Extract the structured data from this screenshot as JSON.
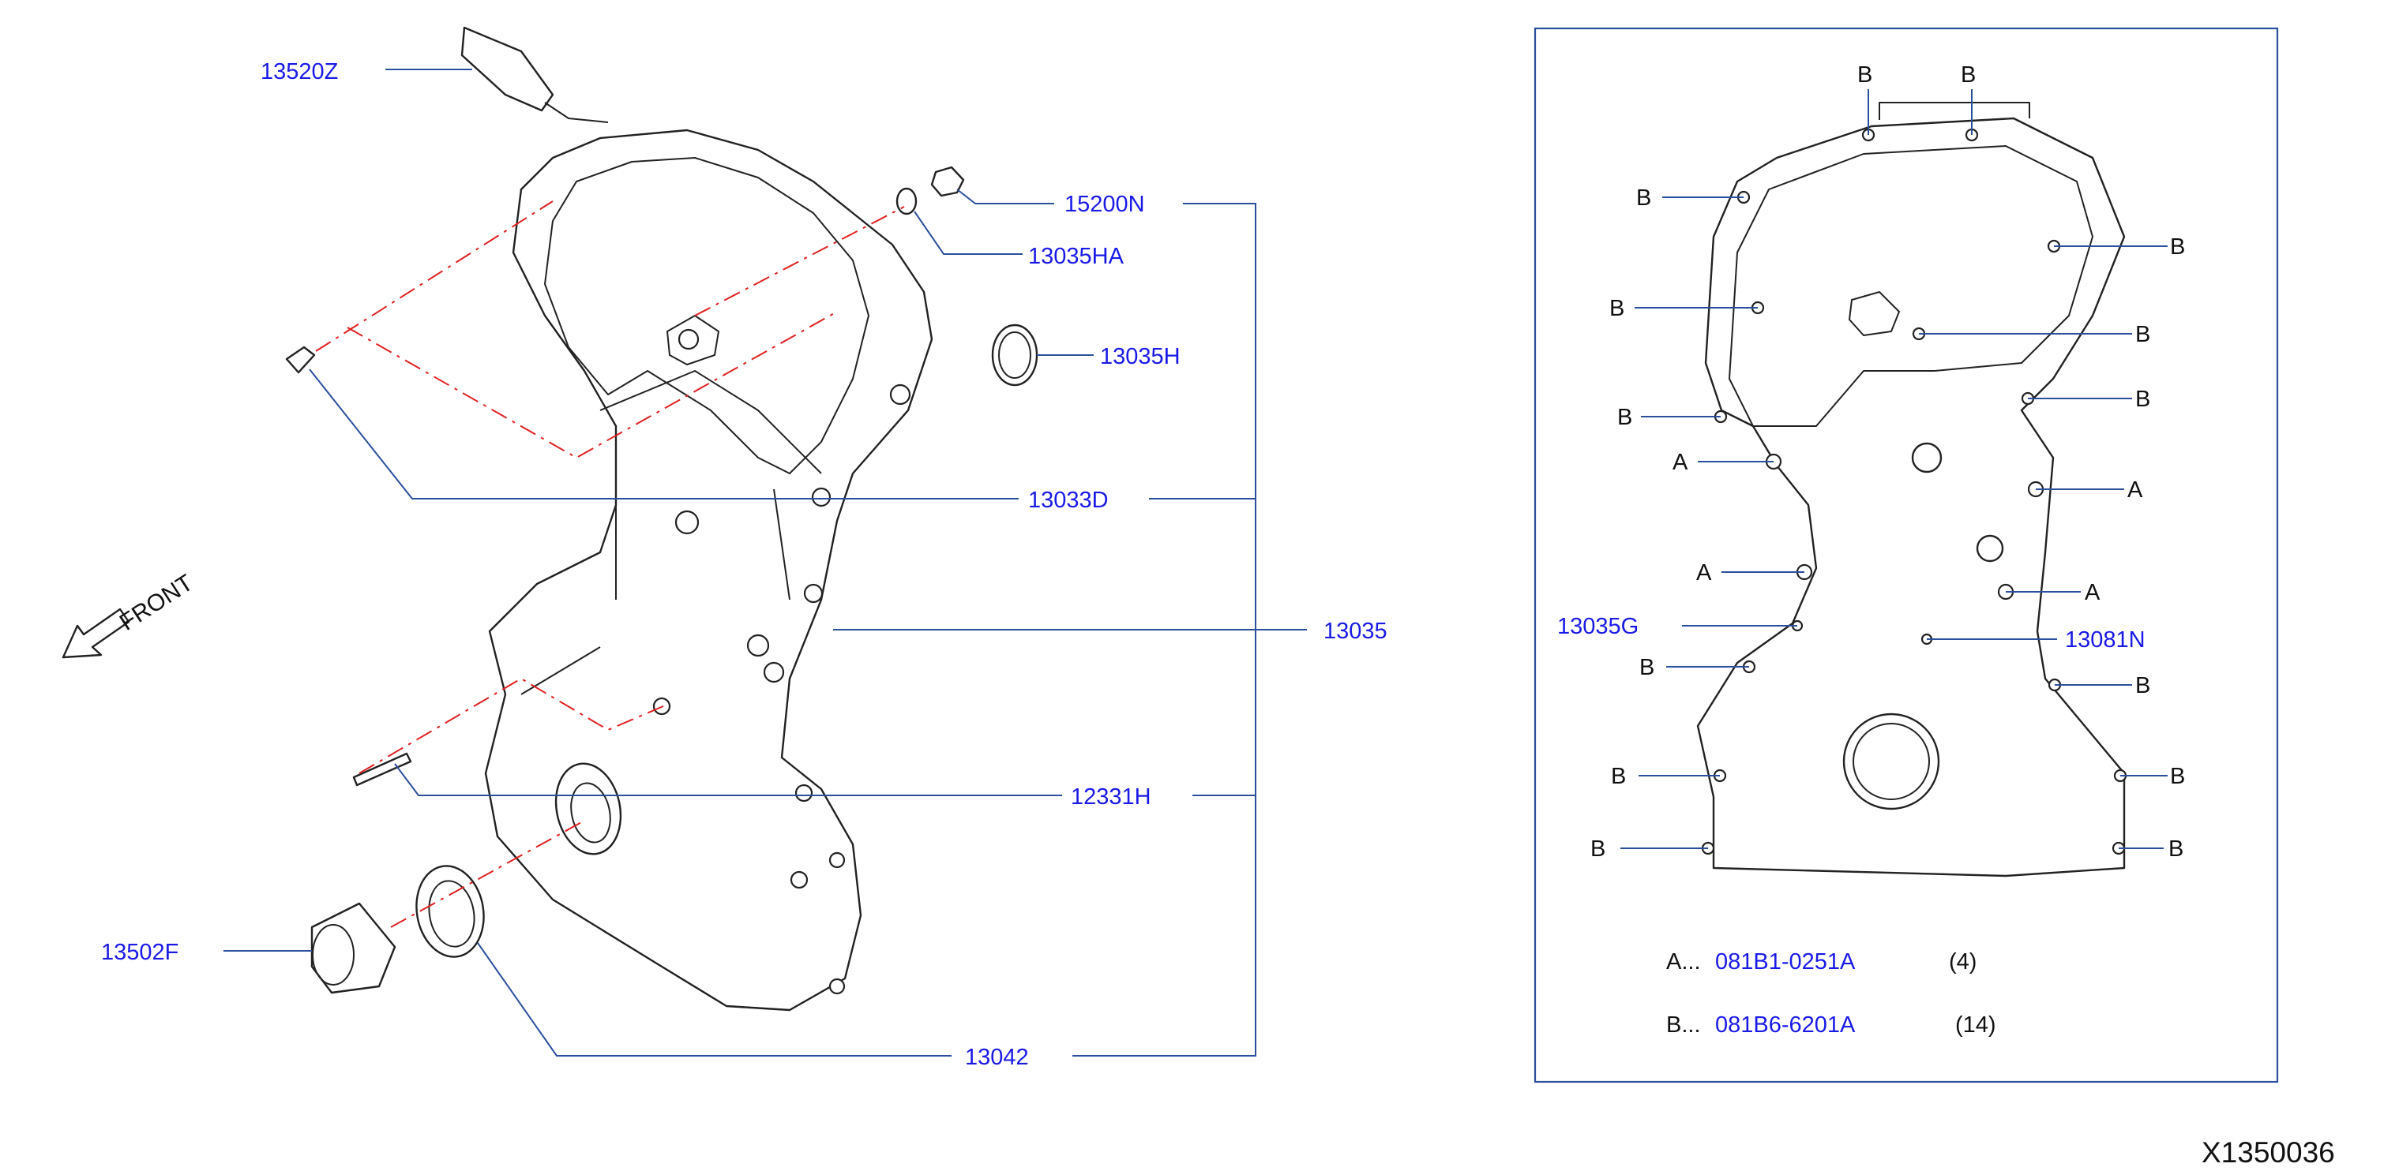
{
  "labels": {
    "p13520Z": "13520Z",
    "p15200N": "15200N",
    "p13035HA": "13035HA",
    "p13035H": "13035H",
    "p13033D": "13033D",
    "p13035": "13035",
    "p12331H": "12331H",
    "p13502F": "13502F",
    "p13042": "13042",
    "front": "FRONT",
    "p13035G": "13035G",
    "p13081N": "13081N"
  },
  "bolts": {
    "a": "A",
    "b": "B"
  },
  "legend": {
    "a_prefix": "A...",
    "a_part": "081B1-0251A",
    "a_qty": "(4)",
    "b_prefix": "B...",
    "b_part": "081B6-6201A",
    "b_qty": "(14)"
  },
  "drawing_number": "X1350036",
  "colors": {
    "part_number": "#1a1ae6",
    "leader": "#2b4f9c",
    "center_line": "#e02020"
  }
}
